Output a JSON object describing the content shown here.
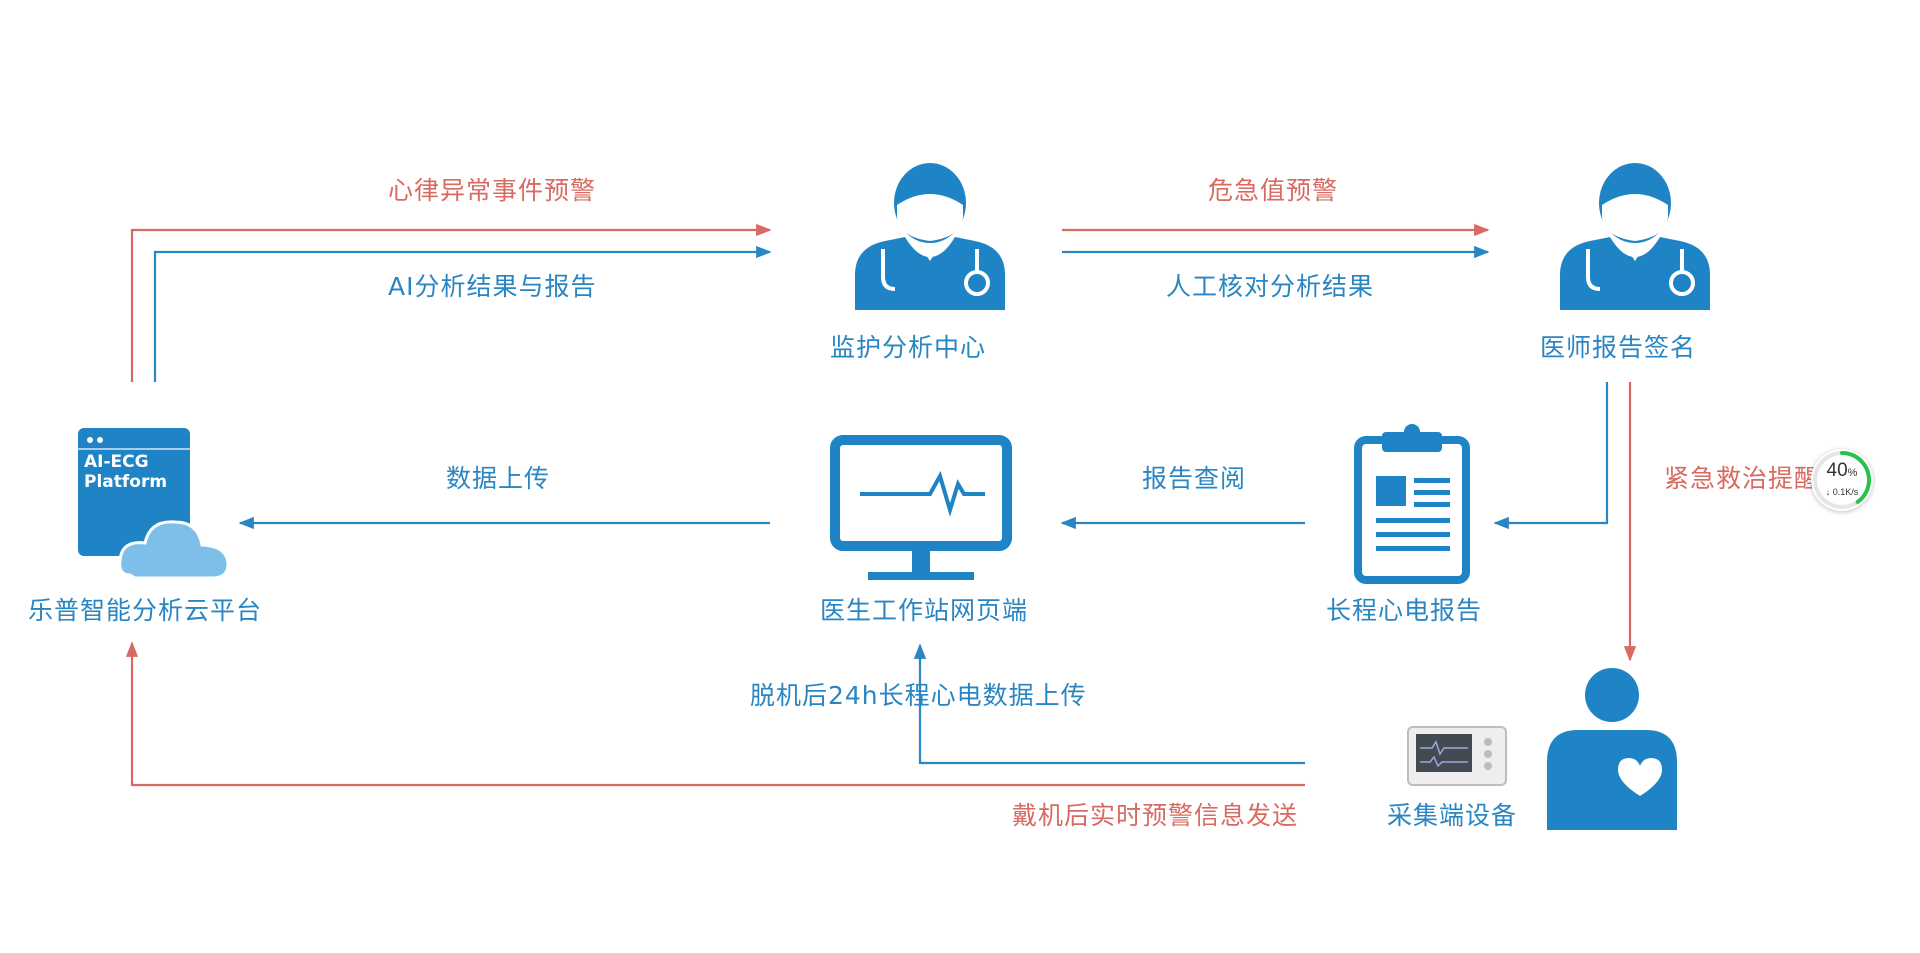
{
  "colors": {
    "primary_blue": "#1f84c6",
    "light_blue": "#6fb9e6",
    "alert_red": "#d96a61",
    "progress_green": "#27c24c"
  },
  "labels": {
    "arrhythmia_alert": "心律异常事件预警",
    "ai_result_report": "AI分析结果与报告",
    "critical_value_alert": "危急值预警",
    "manual_verify": "人工核对分析结果",
    "data_upload": "数据上传",
    "report_view": "报告查阅",
    "emergency_reminder": "紧急救治提醒",
    "offline_upload": "脱机后24h长程心电数据上传",
    "realtime_alert_send": "戴机后实时预警信息发送"
  },
  "nodes": {
    "monitoring_center": "监护分析中心",
    "doctor_signature": "医师报告签名",
    "cloud_platform": "乐普智能分析云平台",
    "workstation_web": "医生工作站网页端",
    "longterm_report": "长程心电报告",
    "collection_device": "采集端设备"
  },
  "platform_icon": {
    "line1": "AI-ECG",
    "line2": "Platform"
  },
  "widget": {
    "percent": "40",
    "percent_sign": "%",
    "speed": "↓ 0.1K/s",
    "progress": 0.4
  },
  "icons": {
    "doctor": "doctor-icon",
    "monitor": "monitor-ecg-icon",
    "clipboard": "clipboard-report-icon",
    "patient": "patient-heart-icon",
    "device": "ecg-device-icon",
    "cloud": "cloud-platform-icon"
  }
}
